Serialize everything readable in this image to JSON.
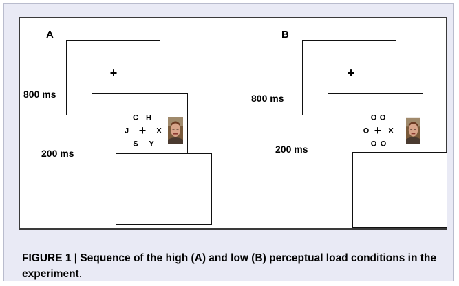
{
  "panels": {
    "a": {
      "label": "A",
      "fixation": "+",
      "timing_top": "800 ms",
      "timing_bottom": "200 ms",
      "letters": [
        "C",
        "H",
        "J",
        "X",
        "S",
        "Y"
      ],
      "face": "face-photo"
    },
    "b": {
      "label": "B",
      "fixation": "+",
      "timing_top": "800 ms",
      "timing_bottom": "200 ms",
      "letters": [
        "O",
        "O",
        "O",
        "X",
        "O",
        "O"
      ],
      "face": "face-photo"
    }
  },
  "caption": {
    "lead": "FIGURE 1 | Sequence of the high (A) and low (B) perceptual load conditions in the experiment",
    "end": "."
  }
}
